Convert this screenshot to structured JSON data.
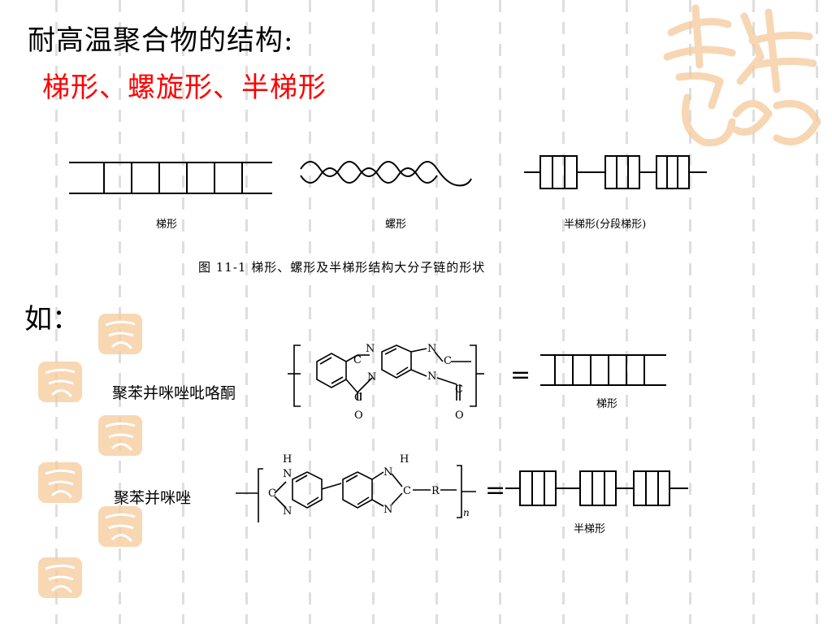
{
  "slide": {
    "title": "耐高温聚合物的结构:",
    "subtitle": "梯形、螺旋形、半梯形",
    "example_label": "如：",
    "figure": {
      "label_ladder": "梯形",
      "label_spiral": "螺形",
      "label_semi": "半梯形(分段梯形)",
      "caption": "图 11-1   梯形、螺形及半梯形结构大分子链的形状"
    },
    "polymer1": {
      "name": "聚苯并咪唑吡咯酮",
      "atoms": [
        "N",
        "C",
        "N",
        "N",
        "C",
        "N",
        "C",
        "C",
        "O",
        "O"
      ],
      "equals": "=",
      "type_label": "梯形"
    },
    "polymer2": {
      "name": "聚苯并咪唑",
      "atoms": [
        "H",
        "N",
        "C",
        "N",
        "H",
        "N",
        "C",
        "R",
        "N"
      ],
      "subscript": "n",
      "equals": "=",
      "type_label": "半梯形"
    },
    "colors": {
      "title": "#000000",
      "subtitle": "#ff0000",
      "seal": "#f5c99a"
    }
  }
}
